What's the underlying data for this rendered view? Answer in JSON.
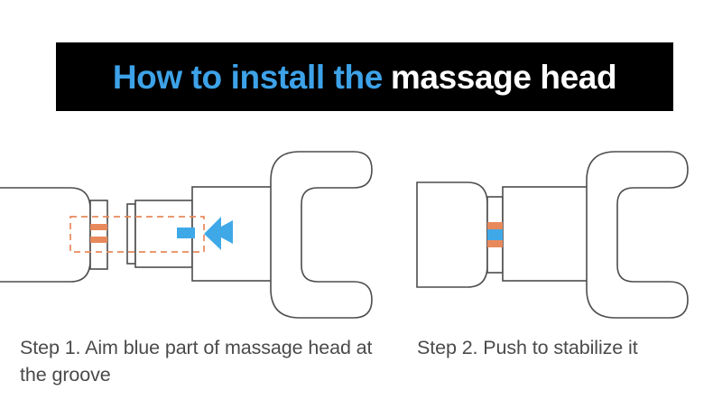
{
  "title": {
    "part_blue": "How to install the",
    "part_white": "massage head",
    "banner_background": "#000000",
    "blue_color": "#3da2e8",
    "white_color": "#ffffff"
  },
  "colors": {
    "outline": "#4d4d4d",
    "orange": "#e8895c",
    "orange_dashed": "#e8895c",
    "blue_accent": "#3fa9e8",
    "background": "#ffffff",
    "caption_text": "#4a4a4a"
  },
  "steps": [
    {
      "id": "step-1",
      "caption": "Step 1. Aim blue part of massage head at the groove",
      "diagram": {
        "name": "massage-head-aligned-diagram",
        "parts": [
          {
            "name": "device-body",
            "label": "device body"
          },
          {
            "name": "device-collar",
            "label": "collar with groove"
          },
          {
            "name": "groove-orange-bar-upper",
            "label": "orange groove bar upper"
          },
          {
            "name": "groove-orange-bar-lower",
            "label": "orange groove bar lower"
          },
          {
            "name": "alignment-dashed-box",
            "label": "alignment guide"
          },
          {
            "name": "massage-head-endcap",
            "label": "head end cap"
          },
          {
            "name": "massage-head-shaft",
            "label": "head shaft"
          },
          {
            "name": "massage-head-blue-tab",
            "label": "blue part of massage head"
          },
          {
            "name": "massage-head-body",
            "label": "head body"
          },
          {
            "name": "push-direction-arrow",
            "label": "push direction"
          },
          {
            "name": "massage-head-fork",
            "label": "C-shaped fork head"
          }
        ]
      }
    },
    {
      "id": "step-2",
      "caption": "Step 2. Push to stabilize it",
      "diagram": {
        "name": "massage-head-installed-diagram",
        "parts": [
          {
            "name": "device-body",
            "label": "device body"
          },
          {
            "name": "device-collar",
            "label": "collar with groove"
          },
          {
            "name": "groove-orange-bar-upper",
            "label": "orange groove bar upper"
          },
          {
            "name": "groove-blue-bar",
            "label": "blue part seated in groove"
          },
          {
            "name": "groove-orange-bar-lower",
            "label": "orange groove bar lower"
          },
          {
            "name": "massage-head-body",
            "label": "head body"
          },
          {
            "name": "massage-head-fork",
            "label": "C-shaped fork head"
          }
        ]
      }
    }
  ]
}
